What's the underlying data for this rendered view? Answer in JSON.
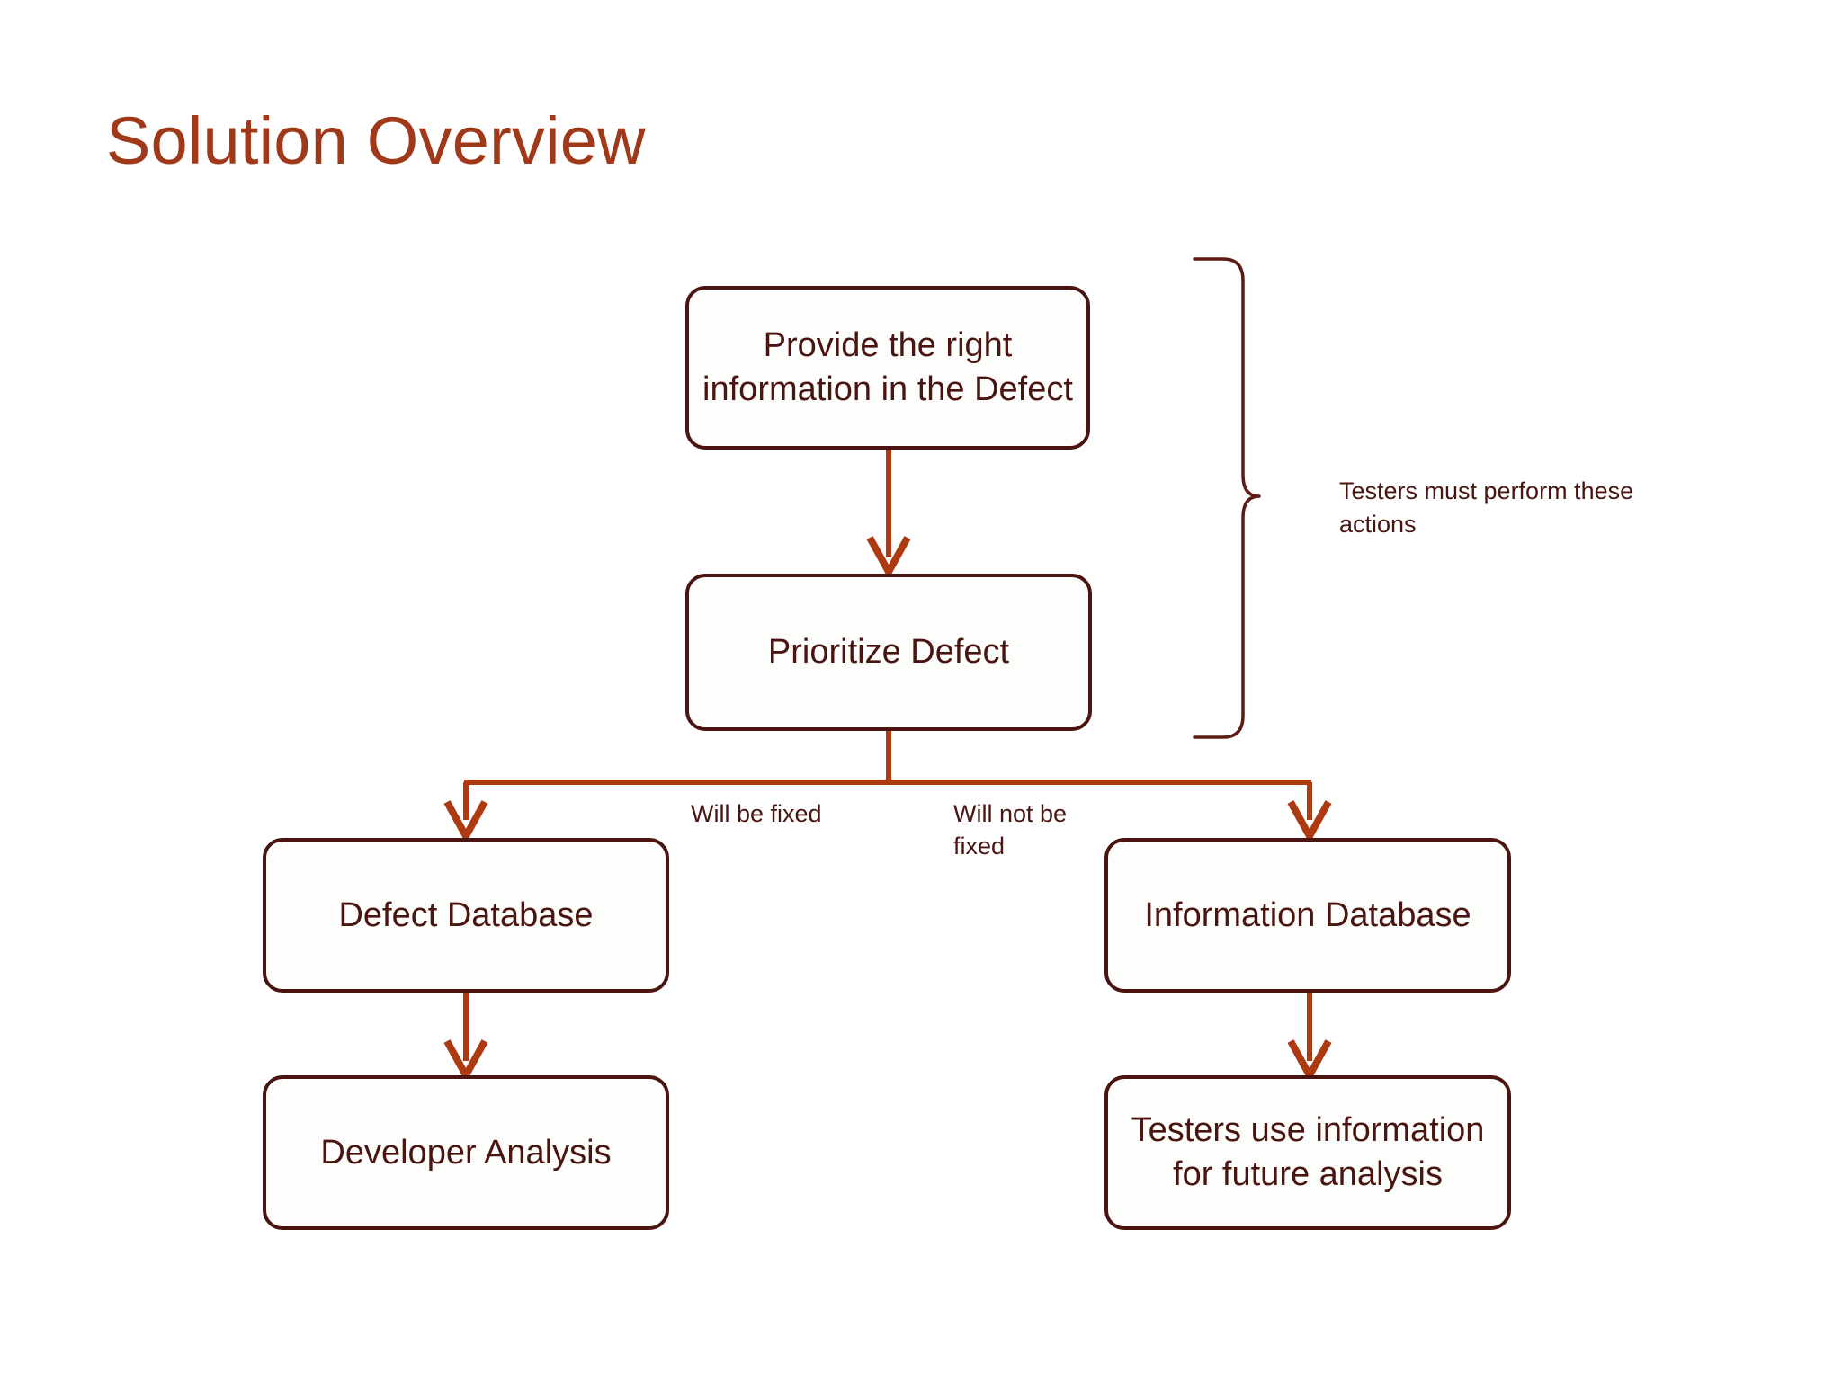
{
  "slide": {
    "title": "Solution Overview",
    "background_color": "#FFFFFF"
  },
  "theme": {
    "title_color": "#A0381A",
    "node_border_color": "#4A1410",
    "node_fill_color": "#FDFEFB",
    "node_text_color": "#4A1410",
    "connector_color": "#AE3A12",
    "brace_color": "#5B1A14",
    "label_text_color": "#4A1410"
  },
  "diagram": {
    "type": "flowchart",
    "nodes": [
      {
        "id": "provide",
        "label": "Provide the right information in the Defect",
        "lines": [
          "Provide the right",
          "information in the",
          "Defect"
        ]
      },
      {
        "id": "prioritize",
        "label": "Prioritize Defect",
        "lines": [
          "Prioritize Defect"
        ]
      },
      {
        "id": "defect_db",
        "label": "Defect Database",
        "lines": [
          "Defect Database"
        ]
      },
      {
        "id": "developer",
        "label": "Developer Analysis",
        "lines": [
          "Developer Analysis"
        ]
      },
      {
        "id": "info_db",
        "label": "Information Database",
        "lines": [
          "Information Database"
        ]
      },
      {
        "id": "future",
        "label": "Testers use information for future analysis",
        "lines": [
          "Testers use",
          "information for future",
          "analysis"
        ]
      }
    ],
    "edges": [
      {
        "from": "provide",
        "to": "prioritize",
        "label": ""
      },
      {
        "from": "prioritize",
        "to": "defect_db",
        "label": "Will be fixed"
      },
      {
        "from": "prioritize",
        "to": "info_db",
        "label": "Will not be fixed"
      },
      {
        "from": "defect_db",
        "to": "developer",
        "label": ""
      },
      {
        "from": "info_db",
        "to": "future",
        "label": ""
      }
    ],
    "edge_labels": {
      "will_be_fixed": "Will be fixed",
      "will_not_be_fixed_line1": "Will not be",
      "will_not_be_fixed_line2": "fixed"
    },
    "annotations": [
      {
        "id": "testers-brace",
        "shape": "right-curly-brace",
        "groups": [
          "provide",
          "prioritize"
        ],
        "text": "Testers must perform these actions",
        "lines": [
          "Testers must perform these",
          "actions"
        ]
      }
    ]
  }
}
